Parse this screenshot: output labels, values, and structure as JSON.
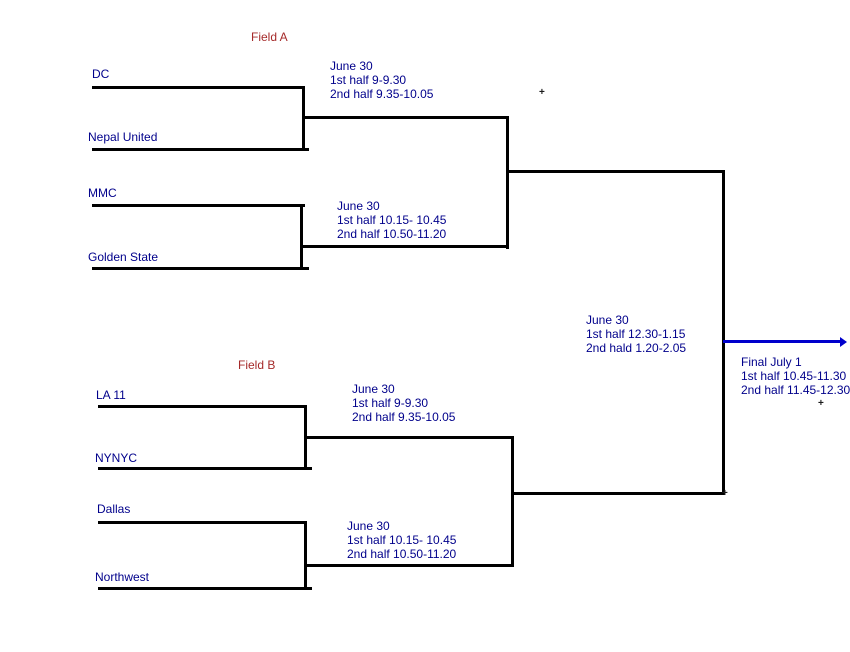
{
  "diagram": {
    "type": "tournament-bracket",
    "field_a_label": "Field A",
    "field_b_label": "Field B",
    "teams": {
      "dc": "DC",
      "nepal_united": "Nepal United",
      "mmc": "MMC",
      "golden_state": "Golden State",
      "la_11": "LA 11",
      "nynyc": "NYNYC",
      "dallas": "Dallas",
      "northwest": "Northwest"
    },
    "matches": {
      "field_a_match_1": [
        "June 30",
        "1st half 9-9.30",
        "2nd half 9.35-10.05"
      ],
      "field_a_match_2": [
        "June 30",
        "1st half 10.15- 10.45",
        "2nd half 10.50-11.20"
      ],
      "semifinal": [
        "June 30",
        "1st half 12.30-1.15",
        "2nd hald 1.20-2.05"
      ],
      "field_b_match_1": [
        "June 30",
        "1st half 9-9.30",
        "2nd half 9.35-10.05"
      ],
      "field_b_match_2": [
        "June 30",
        "1st half 10.15- 10.45",
        "2nd half 10.50-11.20"
      ],
      "final": [
        "Final July 1",
        "1st half 10.45-11.30",
        "2nd half 11.45-12.30"
      ]
    },
    "colors": {
      "team_text": "#00008B",
      "field_label": "#A52A2A",
      "bracket_line": "#000000",
      "final_line": "#0000CC"
    },
    "marks": {
      "plus": "+"
    }
  }
}
